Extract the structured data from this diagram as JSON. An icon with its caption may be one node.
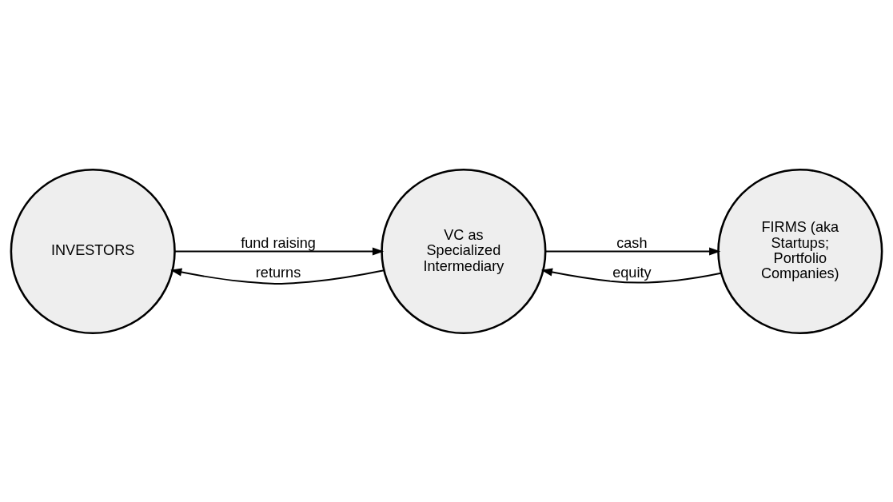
{
  "diagram": {
    "nodes": [
      {
        "text": [
          "INVESTORS"
        ]
      },
      {
        "text": [
          "VC as Specialized Intermediary"
        ]
      },
      {
        "text": [
          "FIRMS (aka Startups; Portfolio Companies)"
        ]
      }
    ],
    "edges": [
      {
        "from": 0,
        "to": 1,
        "arrow": "to",
        "label": "fund raising"
      },
      {
        "from": 1,
        "to": 2,
        "arrow": "to",
        "label": "cash"
      },
      {
        "from": 2,
        "to": 1,
        "arrow": "to",
        "label": "equity"
      },
      {
        "from": 1,
        "to": 0,
        "arrow": "to",
        "label": "returns"
      }
    ]
  }
}
